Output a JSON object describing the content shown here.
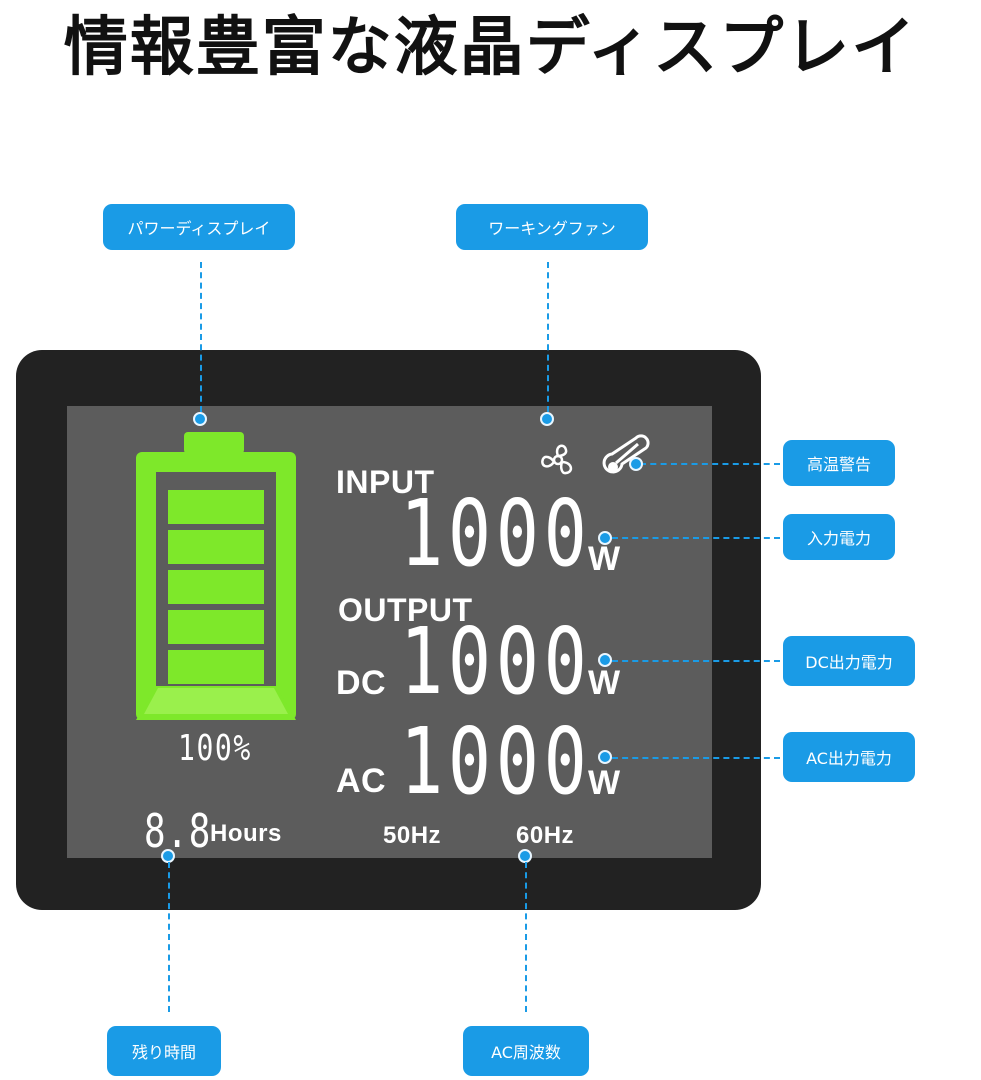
{
  "headline": "情報豊富な液晶ディスプレイ",
  "display": {
    "input_label": "INPUT",
    "input_value": "1000",
    "input_unit": "W",
    "output_label": "OUTPUT",
    "dc_label": "DC",
    "dc_value": "1000",
    "dc_unit": "W",
    "ac_label": "AC",
    "ac_value": "1000",
    "ac_unit": "W",
    "battery_percent": "100%",
    "battery_level": 1.0,
    "hours_value": "8.8",
    "hours_unit": "Hours",
    "freq_50": "50Hz",
    "freq_60": "60Hz"
  },
  "callouts": {
    "power_display": "パワーディスプレイ",
    "working_fan": "ワーキングファン",
    "high_temp_warning": "高温警告",
    "input_power": "入力電力",
    "dc_output_power": "DC出力電力",
    "ac_output_power": "AC出力電力",
    "remaining_time": "残り時間",
    "ac_frequency": "AC周波数"
  },
  "colors": {
    "battery_green": "#7ee82a",
    "screen_gray": "#5c5c5c",
    "bezel": "#222222",
    "callout_blue": "#1a9be6"
  },
  "icons": [
    "fan-icon",
    "thermometer-icon"
  ]
}
